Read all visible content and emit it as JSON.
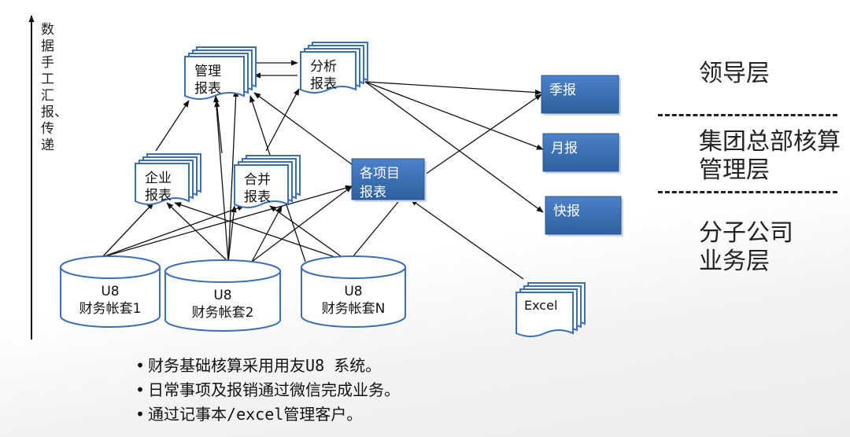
{
  "axis_label": "数据手工汇报、传递",
  "nodes": {
    "mgmt": "管理\n报表",
    "analysis": "分析\n报表",
    "enterprise": "企业\n报表",
    "merge": "合并\n报表",
    "project": "各项目\n报表",
    "quarter": "季报",
    "month": "月报",
    "express": "快报",
    "excel": "Excel",
    "db1": "U8\n财务帐套1",
    "db2": "U8\n财务帐套2",
    "dbn": "U8\n财务帐套N"
  },
  "layers": {
    "leader": "领导层",
    "group_line1": "集团总部核算",
    "group_line2": "管理层",
    "sub_line1": "分子公司",
    "sub_line2": "业务层"
  },
  "bullets": [
    "财务基础核算采用用友U8 系统。",
    "日常事项及报销通过微信完成业务。",
    "通过记事本/excel管理客户。"
  ],
  "colors": {
    "blue_box": "#3a6fb5",
    "blue_box_dark": "#2a568f",
    "line": "#111111"
  }
}
